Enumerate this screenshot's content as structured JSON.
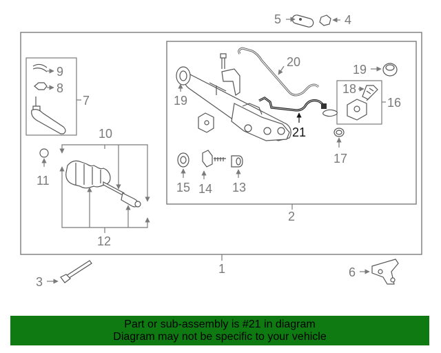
{
  "colors": {
    "banner_bg": "#0f7a12",
    "banner_text": "#000000",
    "line_gray": "#7a7a7a",
    "highlight": "#1a1a1a"
  },
  "labels": {
    "n1": "1",
    "n2": "2",
    "n3": "3",
    "n4": "4",
    "n5": "5",
    "n6": "6",
    "n7": "7",
    "n8": "8",
    "n9": "9",
    "n10": "10",
    "n11": "11",
    "n12": "12",
    "n13": "13",
    "n14": "14",
    "n15": "15",
    "n16": "16",
    "n17": "17",
    "n18": "18",
    "n19a": "19",
    "n19b": "19",
    "n20": "20",
    "n21": "21"
  },
  "banner": {
    "line1": "Part or sub-assembly is #21 in diagram",
    "line2": "Diagram may not be specific to your vehicle"
  }
}
